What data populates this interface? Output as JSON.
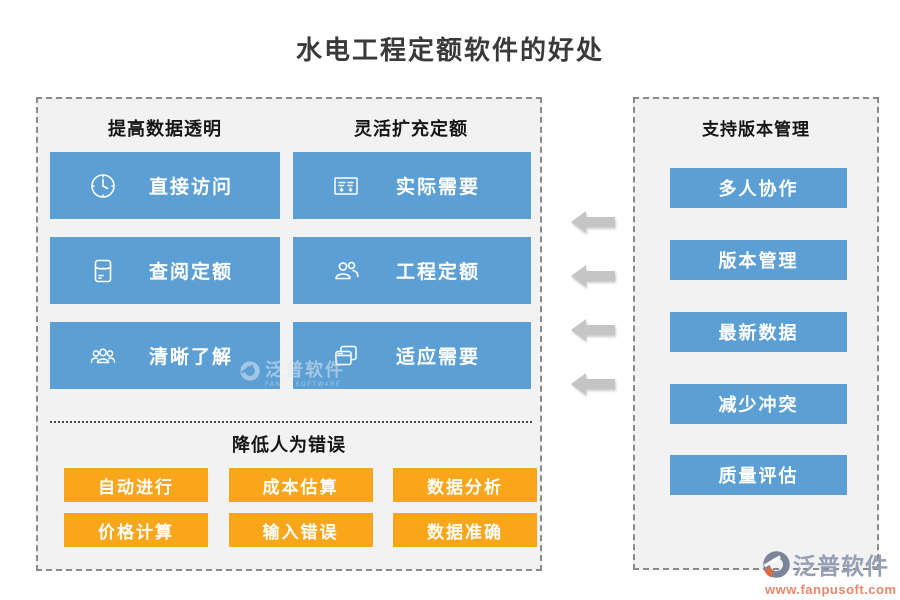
{
  "title": "水电工程定额软件的好处",
  "left_panel": {
    "columns": [
      {
        "header": "提高数据透明",
        "items": [
          {
            "icon": "clock-icon",
            "label": "直接访问"
          },
          {
            "icon": "document-pouch-icon",
            "label": "查阅定额"
          },
          {
            "icon": "user-group-icon",
            "label": "清晰了解"
          }
        ]
      },
      {
        "header": "灵活扩充定额",
        "items": [
          {
            "icon": "checklist-board-icon",
            "label": "实际需要"
          },
          {
            "icon": "two-users-icon",
            "label": "工程定额"
          },
          {
            "icon": "copy-windows-icon",
            "label": "适应需要"
          }
        ]
      }
    ],
    "bottom_section": {
      "header": "降低人为错误",
      "buttons": [
        "自动进行",
        "成本估算",
        "数据分析",
        "价格计算",
        "输入错误",
        "数据准确"
      ]
    }
  },
  "right_panel": {
    "header": "支持版本管理",
    "items": [
      "多人协作",
      "版本管理",
      "最新数据",
      "减少冲突",
      "质量评估"
    ]
  },
  "watermark": {
    "brand": "泛普软件",
    "subtitle": "FANPU SOFTWARE",
    "url": "www.fanpusoft.com"
  },
  "colors": {
    "blue": "#5B9FD4",
    "orange": "#F9A61B",
    "panel_bg": "#F2F2F2",
    "arrow_gray": "#C5C5C5",
    "title_ink": "#3A3A3A",
    "brand_gray": "#96A0B4",
    "brand_orange": "#E9876B"
  }
}
